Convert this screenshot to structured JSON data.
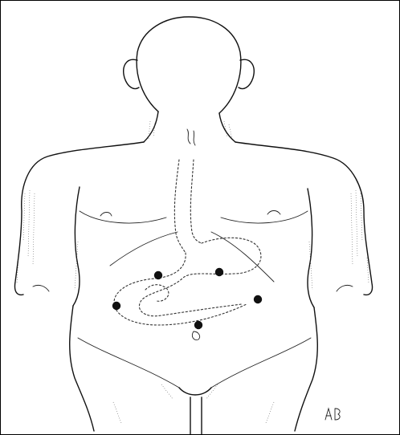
{
  "figure": {
    "subject": "anterior-torso-outline",
    "ink_color": "#111111",
    "background": "#ffffff",
    "port_count": 5,
    "artist_mark": "AB"
  }
}
